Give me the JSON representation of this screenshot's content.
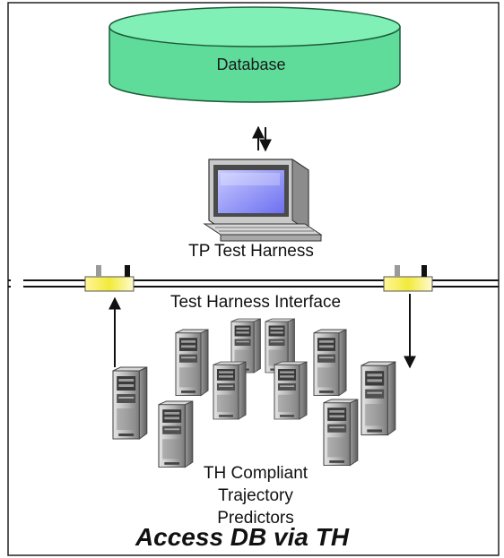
{
  "database": {
    "label": "Database"
  },
  "harness": {
    "label": "TP Test Harness"
  },
  "interface": {
    "label": "Test Harness Interface"
  },
  "predictors": {
    "lines": [
      "TH Compliant",
      "Trajectory",
      "Predictors"
    ]
  },
  "caption": "Access DB via TH",
  "colors": {
    "database_fill": "#66e0a0",
    "database_top": "#7ef0b4",
    "connector": "#f2ea3a",
    "screen": "#8a8cff",
    "server_body": "#b9b9b9",
    "frame": "#333333"
  },
  "icons": {
    "database": "database-cylinder-icon",
    "computer": "computer-terminal-icon",
    "server": "server-tower-icon",
    "connector": "bus-connector-icon"
  }
}
